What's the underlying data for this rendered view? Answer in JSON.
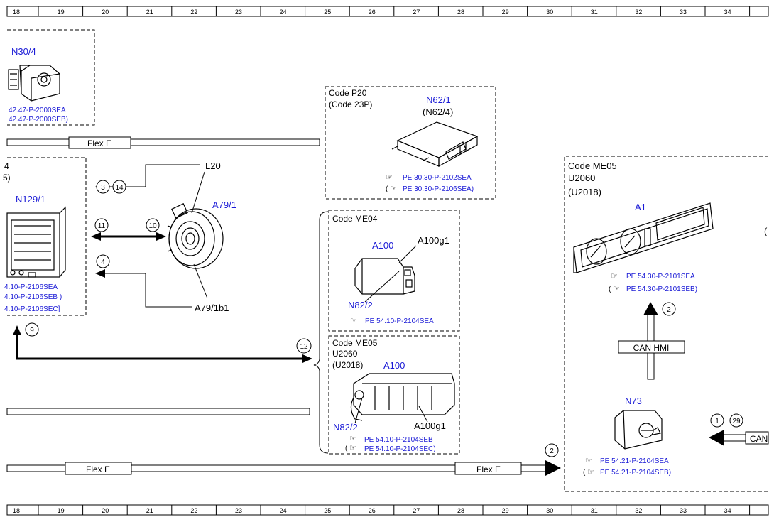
{
  "ruler": {
    "top": [
      "18",
      "19",
      "20",
      "21",
      "22",
      "23",
      "24",
      "25",
      "26",
      "27",
      "28",
      "29",
      "30",
      "31",
      "32",
      "33",
      "34"
    ],
    "bottom": [
      "18",
      "19",
      "20",
      "21",
      "22",
      "23",
      "24",
      "25",
      "26",
      "27",
      "28",
      "29",
      "30",
      "31",
      "32",
      "33",
      "34"
    ]
  },
  "components": {
    "n30_4": {
      "label": "N30/4",
      "ref1": "42.47-P-2000SEA",
      "ref2": "42.47-P-2000SEB)"
    },
    "n129_1": {
      "label": "N129/1",
      "partial1": "4",
      "partial2": "5)",
      "ref1": "4.10-P-2106SEA",
      "ref2": "4.10-P-2106SEB )",
      "ref3": "4.10-P-2106SEC]"
    },
    "a79_1": {
      "label": "A79/1",
      "l20": "L20",
      "a79_1b1": "A79/1b1"
    },
    "code_p20": {
      "code1": "Code P20",
      "code2": "(Code 23P)",
      "label1": "N62/1",
      "label2": "(N62/4)",
      "ref1": "PE 30.30-P-2102SEA",
      "ref2": "PE 30.30-P-2106SEA)"
    },
    "code_me04": {
      "code": "Code ME04",
      "a100": "A100",
      "a100g1": "A100g1",
      "n82_2": "N82/2",
      "ref1": "PE 54.10-P-2104SEA"
    },
    "code_me05_left": {
      "code1": "Code ME05",
      "code2": "U2060",
      "code3": "(U2018)",
      "a100": "A100",
      "n82_2": "N82/2",
      "a100g1": "A100g1",
      "ref1": "PE 54.10-P-2104SEB",
      "ref2": "PE 54.10-P-2104SEC)"
    },
    "code_me05_right": {
      "code1": "Code ME05",
      "code2": "U2060",
      "code3": "(U2018)",
      "a1": "A1",
      "ref1": "PE 54.30-P-2101SEA",
      "ref2": "PE 54.30-P-2101SEB)",
      "partial_paren": "("
    },
    "n73": {
      "label": "N73",
      "ref1": "PE 54.21-P-2104SEA",
      "ref2": "PE 54.21-P-2104SEB)"
    }
  },
  "buses": {
    "flex_top": "Flex E",
    "flex_bottom_left": "Flex E",
    "flex_bottom_right": "Flex E",
    "can_hmi": "CAN HMI",
    "can_partial": "CAN"
  },
  "markers": {
    "m3": "3",
    "m14": "14",
    "m11": "11",
    "m10": "10",
    "m4": "4",
    "m9": "9",
    "m12": "12",
    "m2_bottom": "2",
    "m2_up": "2",
    "m1": "1",
    "m29": "29"
  },
  "ref_bracket_open": "("
}
